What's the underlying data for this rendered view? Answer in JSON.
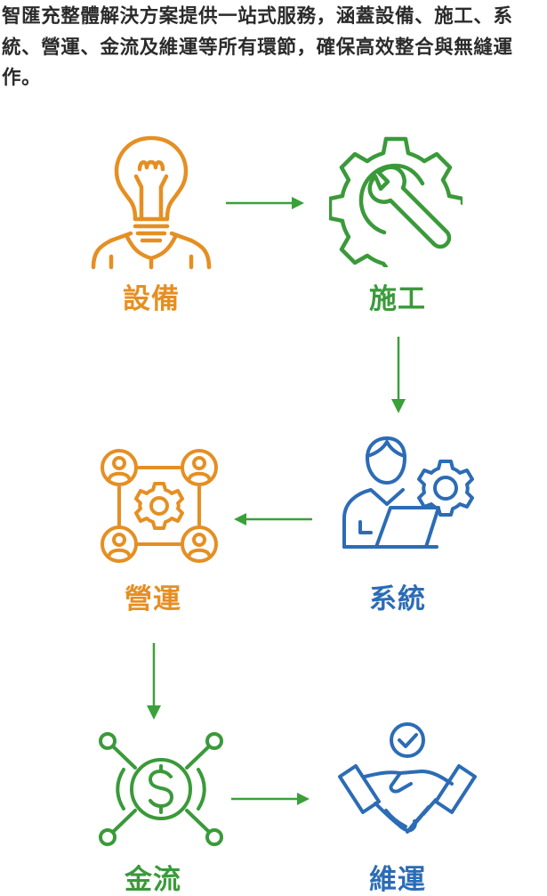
{
  "intro_text": "智匯充整體解決方案提供一站式服務，涵蓋設備、施工、系統、營運、金流及維運等所有環節，確保高效整合與無縫運作。",
  "colors": {
    "orange": "#e58f23",
    "green": "#3a9a3a",
    "blue": "#2c6cb5",
    "arrow": "#3aa03a",
    "text": "#2b2b2b"
  },
  "steps": [
    {
      "id": "equipment",
      "label": "設備",
      "icon": "lightbulb-person-icon",
      "color": "orange"
    },
    {
      "id": "construction",
      "label": "施工",
      "icon": "gear-wrench-icon",
      "color": "green"
    },
    {
      "id": "system",
      "label": "系統",
      "icon": "person-laptop-gear-icon",
      "color": "blue"
    },
    {
      "id": "operation",
      "label": "營運",
      "icon": "network-gear-people-icon",
      "color": "orange"
    },
    {
      "id": "payment",
      "label": "金流",
      "icon": "dollar-network-icon",
      "color": "green"
    },
    {
      "id": "maintenance",
      "label": "維運",
      "icon": "handshake-check-icon",
      "color": "blue"
    }
  ]
}
